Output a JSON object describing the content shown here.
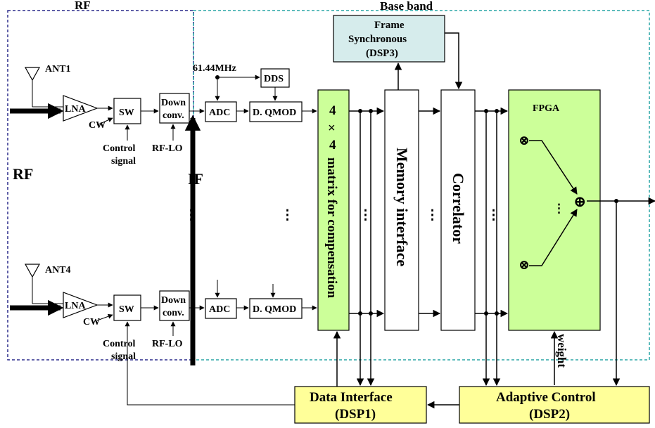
{
  "regions": {
    "rf_region_label": "RF",
    "baseband_region_label": "Base band",
    "rf_side_label": "RF",
    "if_label": "IF"
  },
  "antennas": {
    "ant1": "ANT1",
    "ant4": "ANT4"
  },
  "blocks": {
    "lna": "LNA",
    "sw": "SW",
    "down_conv_line1": "Down",
    "down_conv_line2": "conv.",
    "adc": "ADC",
    "dqmod": "D. QMOD",
    "dds": "DDS",
    "freq": "61.44MHz",
    "cw": "CW",
    "control_signal_line1": "Control",
    "control_signal_line2": "signal",
    "rf_lo": "RF-LO",
    "matrix_line1": "4",
    "matrix_line2": "×",
    "matrix_line3": "4",
    "matrix_line4": "matrix for compensation",
    "memory_interface": "Memory interface",
    "correlator": "Correlator",
    "fpga": "FPGA",
    "frame_sync_line1": "Frame",
    "frame_sync_line2": "Synchronous",
    "frame_sync_line3": "(DSP3)",
    "data_interface_line1": "Data Interface",
    "data_interface_line2": "(DSP1)",
    "adaptive_control_line1": "Adaptive Control",
    "adaptive_control_line2": "(DSP2)",
    "weight": "weight",
    "ellipsis": "⋮",
    "multiplier": "⊗",
    "adder": "⊕"
  },
  "colors": {
    "rf_border": "#2b2b8c",
    "baseband_border": "#2aa5a5",
    "matrix_fill": "#ccff99",
    "fpga_fill": "#ccff99",
    "dsp_fill": "#ffff99",
    "frame_sync_fill": "#d6ecec"
  }
}
